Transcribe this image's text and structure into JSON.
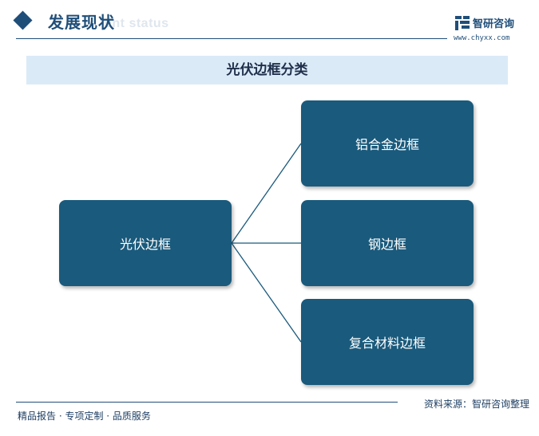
{
  "header": {
    "title": "发展现状",
    "subtitle": "ent status",
    "logo_text": "智研咨询",
    "logo_url": "www.chyxx.com"
  },
  "banner": {
    "title": "光伏边框分类"
  },
  "diagram": {
    "root": "光伏边框",
    "children": [
      "铝合金边框",
      "钢边框",
      "复合材料边框"
    ]
  },
  "footer": {
    "left": "精品报告 · 专项定制 · 品质服务",
    "right": "资料来源：智研咨询整理"
  },
  "colors": {
    "brand": "#1f4e79",
    "node_fill": "#1a5a7c",
    "banner_fill": "#dbeaf7"
  }
}
